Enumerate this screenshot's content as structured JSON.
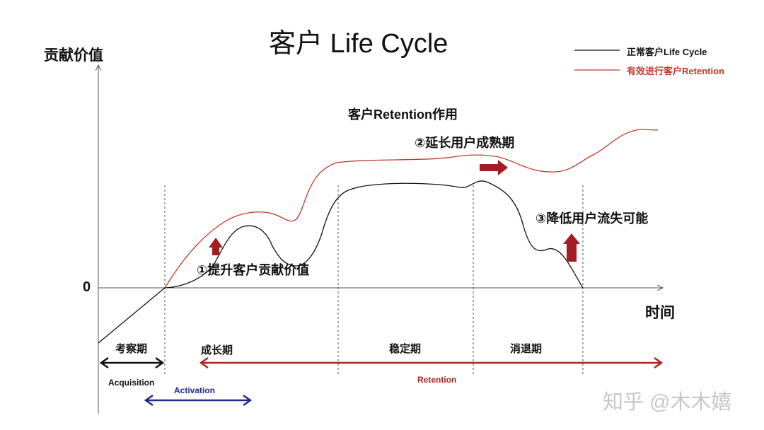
{
  "title": "客户 Life Cycle",
  "y_axis_label": "贡献价值",
  "x_axis_label": "时间",
  "zero_label": "0",
  "legend": [
    {
      "label": "正常客户Life Cycle",
      "color": "#111111"
    },
    {
      "label": "有效进行客户Retention",
      "color": "#c0392b"
    }
  ],
  "annotations": {
    "section_title": "客户Retention作用",
    "point1": "①提升客户贡献价值",
    "point2": "②延长用户成熟期",
    "point3": "③降低用户流失可能"
  },
  "phases": [
    "考察期",
    "成长期",
    "稳定期",
    "消退期"
  ],
  "spans": [
    {
      "label": "Acquisition",
      "color": "#111111"
    },
    {
      "label": "Activation",
      "color": "#1f2a8a"
    },
    {
      "label": "Retention",
      "color": "#b22222"
    }
  ],
  "arrow_color": "#a31d24",
  "watermark": "知乎 @木木嬉"
}
